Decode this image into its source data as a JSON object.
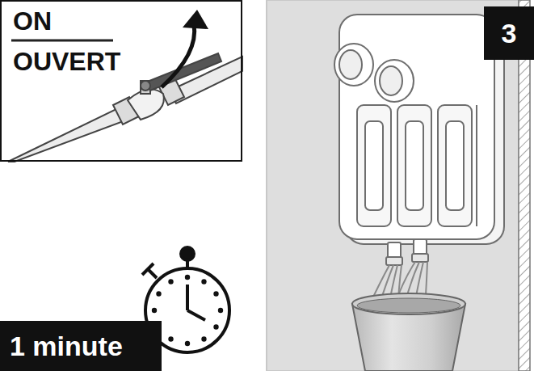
{
  "diagram": {
    "nodes": [
      {
        "text": [
          "ON",
          "OUVERT"
        ]
      },
      {
        "text": [
          "3"
        ]
      },
      {
        "text": [
          "1 minute"
        ]
      }
    ]
  }
}
